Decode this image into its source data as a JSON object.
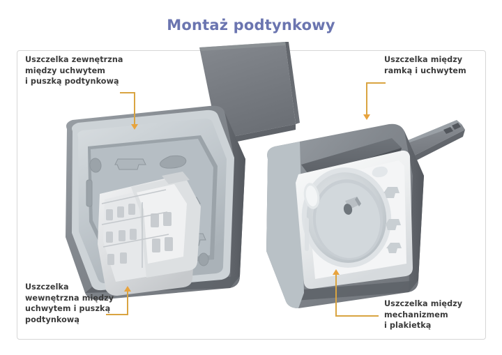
{
  "title": "Montaż podtynkowy",
  "colors": {
    "title": "#6b75b0",
    "leader": "#d9a441",
    "arrow": "#e8a33d",
    "text": "#3a3a3a",
    "panel_border": "#d6d6d6",
    "body_grey": "#7b7f85",
    "lid_grey": "#787c82",
    "frame_light": "#c3cace",
    "mechanism_white": "#e9eaec"
  },
  "callouts": [
    {
      "id": "top-left",
      "text": "Uszczelka zewnętrzna\nmiędzy uchwytem\ni puszką podtynkową",
      "points_to": "gasket between mounting frame and flush box (outer)"
    },
    {
      "id": "top-right",
      "text": "Uszczelka między\nramką i uchwytem",
      "points_to": "gasket between cover frame and mounting frame"
    },
    {
      "id": "bottom-left",
      "text": "Uszczelka\nwewnętrzna między\nuchwytem i puszką\npodtynkową",
      "points_to": "inner gasket between mounting frame and flush box"
    },
    {
      "id": "bottom-right",
      "text": "Uszczelka między\nmechanizmem\ni plakietką",
      "points_to": "gasket between mechanism and plate"
    }
  ],
  "figure": {
    "left_product": {
      "name": "flush-mount box with open lid and switch mechanism",
      "parts": [
        "hinged lid",
        "grey outer frame",
        "light inner frame",
        "white switch mechanism"
      ]
    },
    "right_product": {
      "name": "flush-mount socket outlet with open flap",
      "parts": [
        "open flap lid",
        "grey outer frame",
        "white plate",
        "round socket recess",
        "earth pin"
      ]
    }
  }
}
